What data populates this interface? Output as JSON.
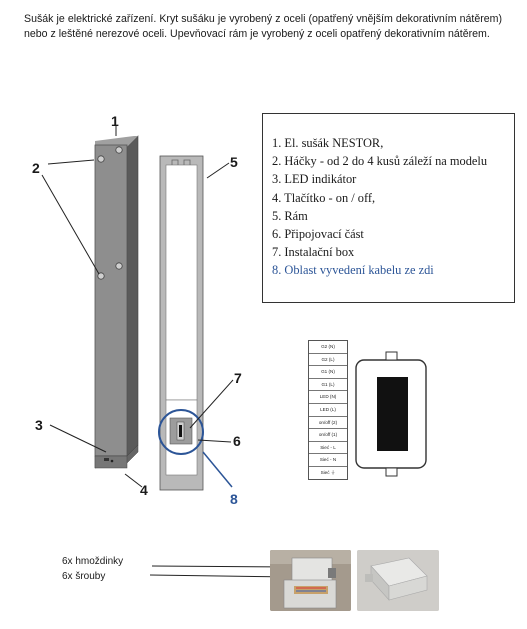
{
  "intro_text": "Sušák je elektrické zařízení. Kryt sušáku je vyrobený z oceli (opatřený vnějším dekorativním nátěrem) nebo z leštěné nerezové oceli. Upevňovací rám je vyrobený z oceli opatřený dekorativním nátěrem.",
  "legend": {
    "item1": "1. El. sušák  NESTOR,",
    "item2": "2. Háčky -  od 2 do 4 kusů záleží na modelu",
    "item3": "3. LED indikátor",
    "item4": "4. Tlačítko - on / off,",
    "item5": "5. Rám",
    "item6": "6. Připojovací část",
    "item7": "7. Instalační box",
    "item8": "8. Oblast vyvedení kabelu  ze  zdi"
  },
  "callouts": {
    "n1": "1",
    "n2": "2",
    "n3": "3",
    "n4": "4",
    "n5": "5",
    "n6": "6",
    "n7": "7",
    "n8": "8"
  },
  "terminals": [
    "G2 (N)",
    "G2 (L)",
    "G1 (N)",
    "G1 (L)",
    "LED (N)",
    "LED (L)",
    "on/off (2)",
    "on/off (1)",
    "Sieć - L",
    "Sieć - N",
    "Sieć"
  ],
  "accessories": {
    "anchors": "6x hmoždinky",
    "screws": "6x šrouby"
  },
  "colors": {
    "highlight_blue": "#2c5597",
    "panel_gray": "#8e8e8e",
    "frame_gray": "#b9b9b9"
  }
}
